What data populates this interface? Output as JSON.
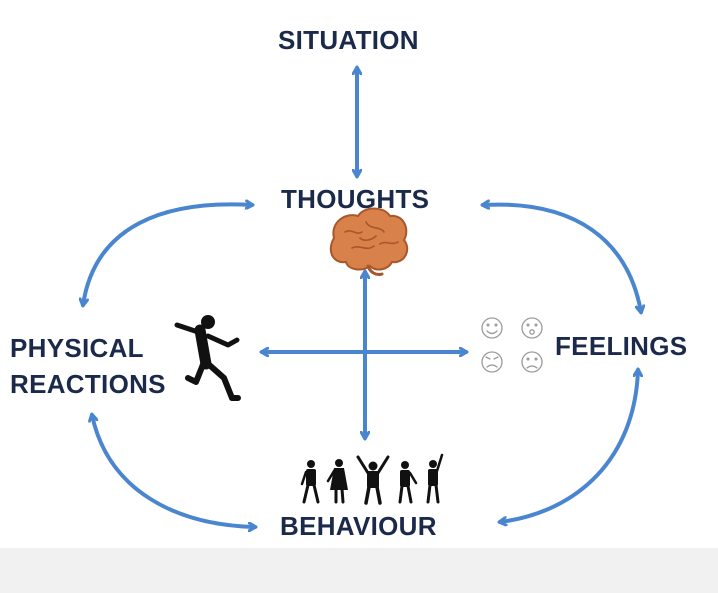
{
  "nodes": {
    "situation": "SITUATION",
    "thoughts": "THOUGHTS",
    "feelings": "FEELINGS",
    "physical_line1": "PHYSICAL",
    "physical_line2": "REACTIONS",
    "behaviour": "BEHAVIOUR"
  },
  "icons": {
    "thoughts": "brain-icon",
    "feelings": "emotion-faces-icon",
    "physical": "running-person-icon",
    "behaviour": "people-group-icon"
  },
  "colors": {
    "arrow": "#4a86cf",
    "text": "#1b2a4a",
    "brain": "#d9814a",
    "background": "#ffffff"
  }
}
